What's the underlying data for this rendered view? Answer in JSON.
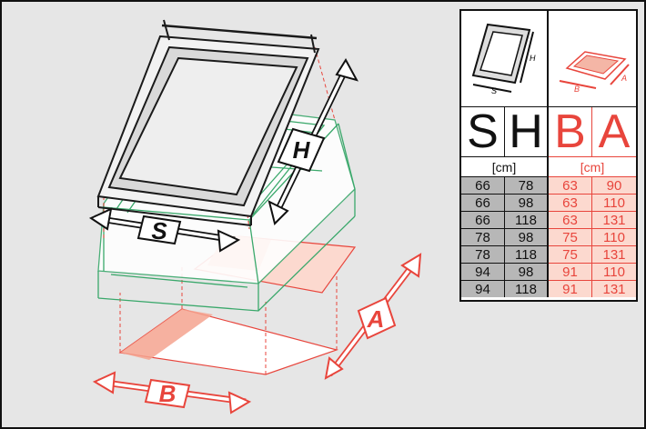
{
  "diagram": {
    "labels": {
      "s": "S",
      "h": "H",
      "a": "A",
      "b": "B"
    }
  },
  "table": {
    "headers": [
      "S",
      "H",
      "B",
      "A"
    ],
    "units": {
      "left": "[cm]",
      "right": "[cm]"
    },
    "rows": [
      [
        "66",
        "78",
        "63",
        "90"
      ],
      [
        "66",
        "98",
        "63",
        "110"
      ],
      [
        "66",
        "118",
        "63",
        "131"
      ],
      [
        "78",
        "98",
        "75",
        "110"
      ],
      [
        "78",
        "118",
        "75",
        "131"
      ],
      [
        "94",
        "98",
        "91",
        "110"
      ],
      [
        "94",
        "118",
        "91",
        "131"
      ]
    ],
    "icon_left": "roof-window-frame-icon",
    "icon_right": "roof-opening-icon"
  },
  "colors": {
    "red": "#e8453c",
    "green": "#3aa86b",
    "dark": "#1a1a1a",
    "grey_fill": "#b7b7b7",
    "pink_fill": "#fcd9cf",
    "salmon_fill": "#f4a38f"
  }
}
